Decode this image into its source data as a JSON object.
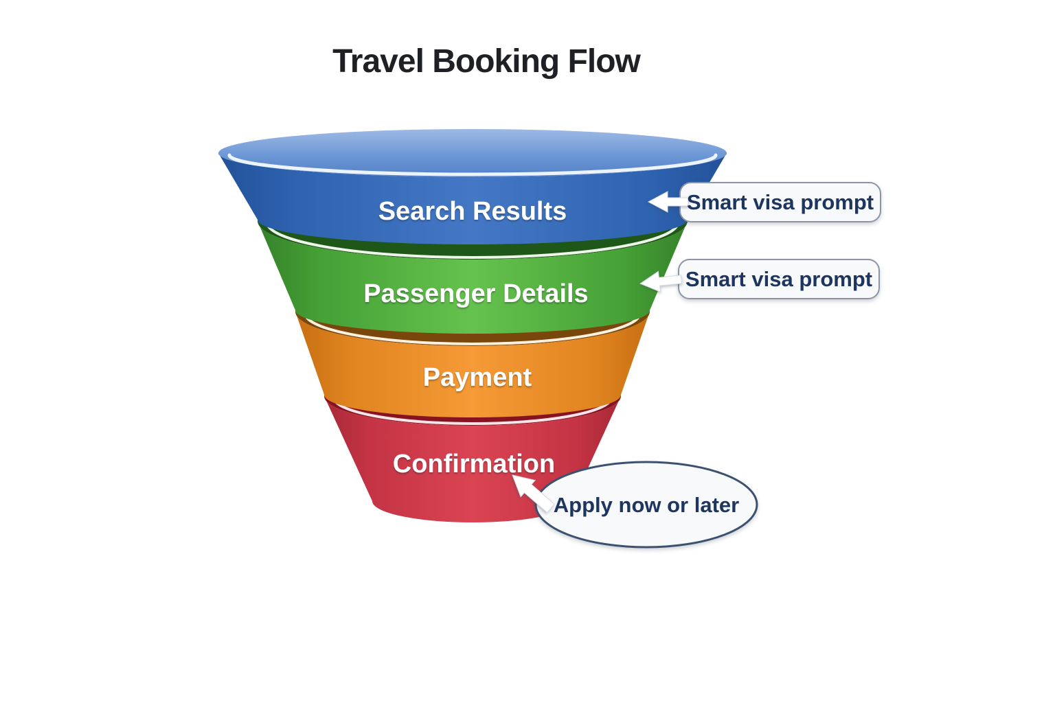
{
  "title": "Travel Booking Flow",
  "funnel": {
    "stages": [
      {
        "label": "Search Results",
        "base_color": "#2e63b0",
        "top_color": "#6d98d6",
        "rim_color": "#edf3fb"
      },
      {
        "label": "Passenger Details",
        "base_color": "#46a136",
        "top_color": "#1f5718",
        "rim_color": "#ecf5e8"
      },
      {
        "label": "Payment",
        "base_color": "#e08420",
        "top_color": "#79470c",
        "rim_color": "#fdf0dd"
      },
      {
        "label": "Confirmation",
        "base_color": "#c43444",
        "top_color": "#871320",
        "rim_color": "#f8e3e6"
      }
    ]
  },
  "callouts": {
    "visa_prompt_1": {
      "text": "Smart visa prompt",
      "shape": "rounded-rectangle",
      "points_to": "Search Results"
    },
    "visa_prompt_2": {
      "text": "Smart visa prompt",
      "shape": "rounded-rectangle",
      "points_to": "Passenger Details"
    },
    "apply_note": {
      "text": "Apply now or later",
      "shape": "ellipse",
      "points_to": "Confirmation"
    }
  },
  "colors": {
    "title_text": "#1f2023",
    "callout_text": "#1e3560",
    "callout_box_border": "#8b94a7",
    "callout_ellipse_border": "#3c5170",
    "callout_fill": "#f8f9fb",
    "arrow_fill": "#ffffff"
  }
}
